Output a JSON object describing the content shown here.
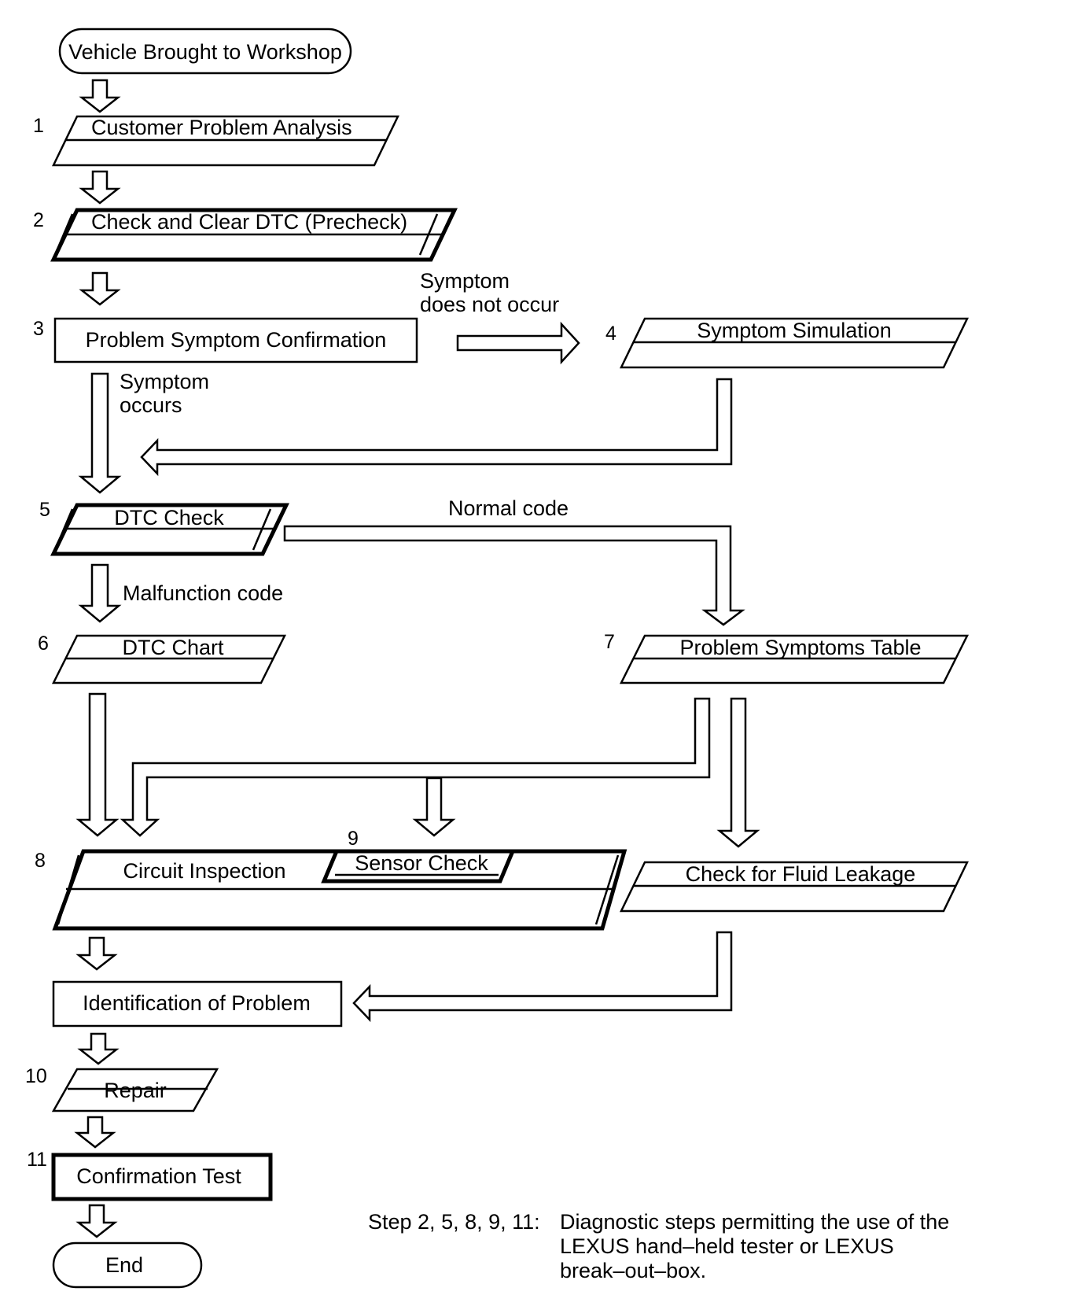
{
  "steps": {
    "start": "Vehicle Brought to Workshop",
    "s1": "Customer Problem Analysis",
    "s2": "Check and Clear DTC (Precheck)",
    "s3": "Problem Symptom Confirmation",
    "s4": "Symptom Simulation",
    "s5": "DTC Check",
    "s6": "DTC Chart",
    "s7": "Problem Symptoms Table",
    "s8": "Circuit Inspection",
    "s9": "Sensor Check",
    "fluid": "Check for Fluid Leakage",
    "ident": "Identification of Problem",
    "s10": "Repair",
    "s11": "Confirmation Test",
    "end": "End"
  },
  "numbers": {
    "n1": "1",
    "n2": "2",
    "n3": "3",
    "n4": "4",
    "n5": "5",
    "n6": "6",
    "n7": "7",
    "n8": "8",
    "n9": "9",
    "n10": "10",
    "n11": "11"
  },
  "edge_labels": {
    "not_occur_1": "Symptom",
    "not_occur_2": "does not occur",
    "occurs_1": "Symptom",
    "occurs_2": "occurs",
    "normal_code": "Normal code",
    "malfunction_code": "Malfunction code"
  },
  "note": {
    "steps": "Step 2, 5, 8, 9, 11:",
    "line1": "Diagnostic steps permitting the use of the",
    "line2": "LEXUS hand–held tester or LEXUS",
    "line3": "break–out–box."
  }
}
